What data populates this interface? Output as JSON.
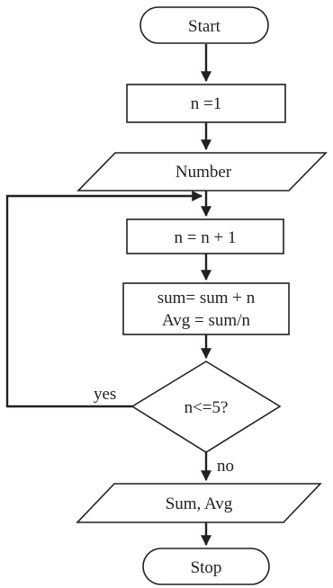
{
  "flowchart": {
    "start": "Start",
    "init": "n =1",
    "input": "Number",
    "increment": "n = n + 1",
    "compute_line1": "sum= sum + n",
    "compute_line2": "Avg = sum/n",
    "decision": "n<=5?",
    "yes_label": "yes",
    "no_label": "no",
    "output": "Sum, Avg",
    "stop": "Stop"
  }
}
